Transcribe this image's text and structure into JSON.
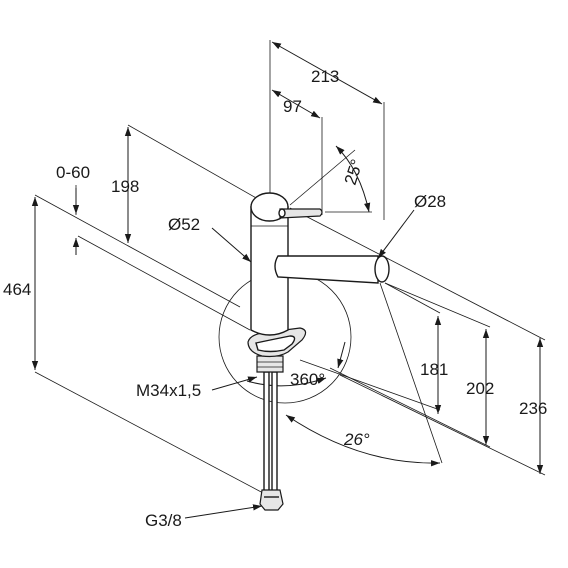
{
  "labels": {
    "d213": "213",
    "d97": "97",
    "d25": "25°",
    "d0_60": "0-60",
    "d198": "198",
    "dia52": "Ø52",
    "dia28": "Ø28",
    "d464": "464",
    "d181": "181",
    "d202": "202",
    "d236": "236",
    "thread": "M34x1,5",
    "d360": "360°",
    "d26": "26°",
    "g38": "G3/8"
  }
}
